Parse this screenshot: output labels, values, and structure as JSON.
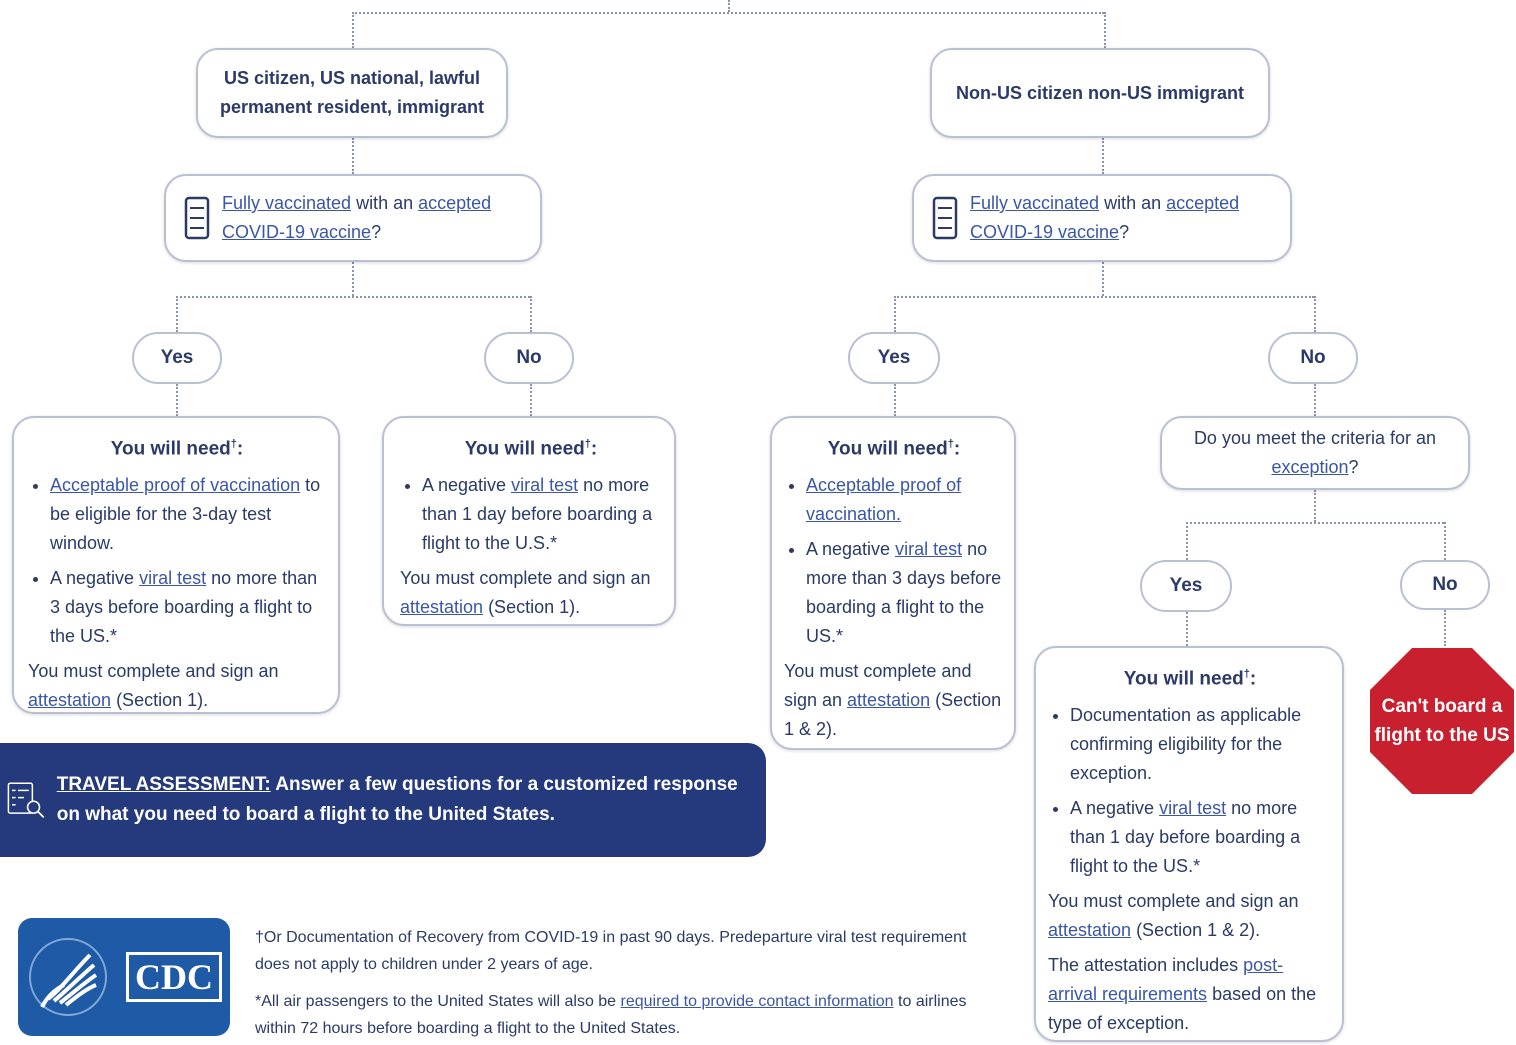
{
  "branches": {
    "left": {
      "status": "US citizen, US national, lawful permanent resident, immigrant",
      "question": {
        "link1": "Fully vaccinated",
        "mid": " with an ",
        "link2": "accepted COVID-19 vaccine",
        "end": "?"
      }
    },
    "right": {
      "status": "Non-US citizen non-US immigrant",
      "question": {
        "link1": "Fully vaccinated",
        "mid": " with an ",
        "link2": "accepted COVID-19 vaccine",
        "end": "?"
      }
    }
  },
  "answers": {
    "yes": "Yes",
    "no": "No"
  },
  "need_heading": "You will need",
  "need_mark": "†",
  "need_colon": ":",
  "boxes": {
    "left_yes": {
      "b1_link": "Acceptable proof of vaccination",
      "b1_text": " to be eligible for the 3-day test window.",
      "b2_pre": "A negative ",
      "b2_link": "viral test",
      "b2_text": " no more than 3 days before boarding a flight to the US.*",
      "att_pre": "You must complete and sign an ",
      "att_link": "attestation",
      "att_post": " (Section 1)."
    },
    "left_no": {
      "b1_pre": "A negative ",
      "b1_link": "viral test",
      "b1_text": " no more than 1 day before boarding a flight to the U.S.*",
      "att_pre": "You must complete and sign an ",
      "att_link": "attestation",
      "att_post": " (Section 1)."
    },
    "right_yes": {
      "b1_link": "Acceptable proof of vaccination.",
      "b2_pre": "A negative ",
      "b2_link": "viral test",
      "b2_text": " no more than 3 days before boarding a flight to the US.*",
      "att_pre": "You must complete and sign an ",
      "att_link": "attestation",
      "att_post": " (Section 1 & 2)."
    },
    "exception_q": {
      "pre": "Do you meet the criteria for an ",
      "link": "exception",
      "end": "?"
    },
    "exception_yes": {
      "b1": "Documentation as applicable confirming eligibility for the exception.",
      "b2_pre": "A negative ",
      "b2_link": "viral test",
      "b2_text": " no more than 1 day before boarding a flight to the US.*",
      "att_pre": "You must complete and sign an ",
      "att_link": "attestation",
      "att_post": " (Section 1 & 2).",
      "note_pre": "The attestation includes ",
      "note_link": "post-arrival requirements",
      "note_post": " based on the type of exception."
    }
  },
  "stop_sign": "Can't board a flight to the US",
  "banner": {
    "link": "TRAVEL ASSESSMENT:",
    "text": " Answer a few questions for a customized response on what you need to board a flight to the United States."
  },
  "logo_text": "CDC",
  "footnotes": {
    "f1": "†Or Documentation of Recovery from COVID-19 in past 90 days. Predeparture viral test requirement does not apply to children under 2 years of age.",
    "f2_pre": "*All air passengers to the United States will also be ",
    "f2_link": "required to provide contact information",
    "f2_post": " to airlines within 72 hours before boarding a flight to the United States."
  },
  "colors": {
    "navy": "#243a7d",
    "cdc_blue": "#1f5aa6",
    "stop_red": "#c8202f",
    "border": "#b9c0d4",
    "text": "#2b3a67"
  }
}
